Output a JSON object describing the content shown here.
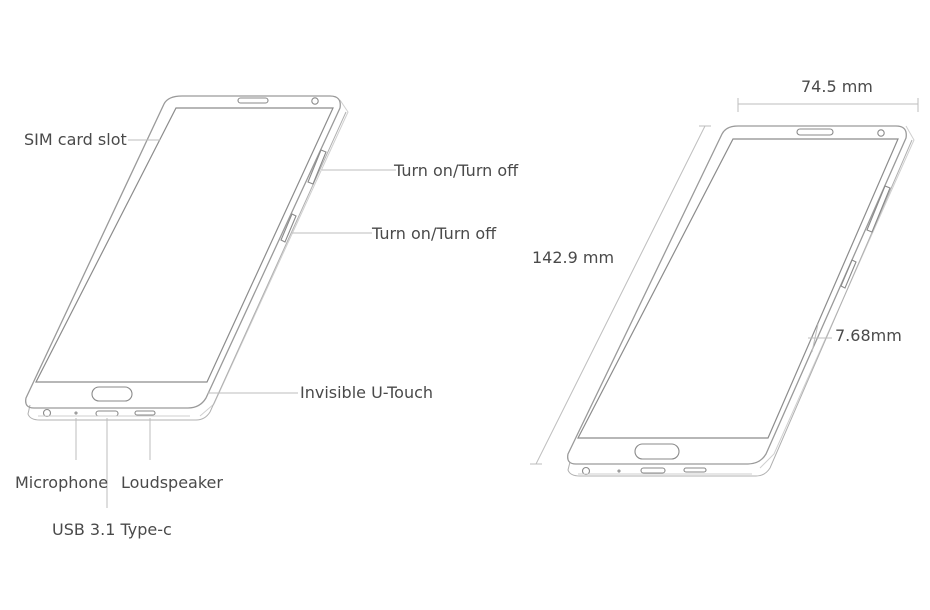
{
  "left_phone": {
    "labels": {
      "sim_card_slot": "SIM card slot",
      "button_top": "Turn on/Turn off",
      "button_bottom": "Turn on/Turn off",
      "invisible_u_touch": "Invisible U-Touch",
      "microphone": "Microphone",
      "loudspeaker": "Loudspeaker",
      "usb": "USB 3.1 Type-c"
    }
  },
  "right_phone": {
    "dimensions": {
      "width": "74.5 mm",
      "height": "142.9 mm",
      "thickness": "7.68mm"
    }
  }
}
